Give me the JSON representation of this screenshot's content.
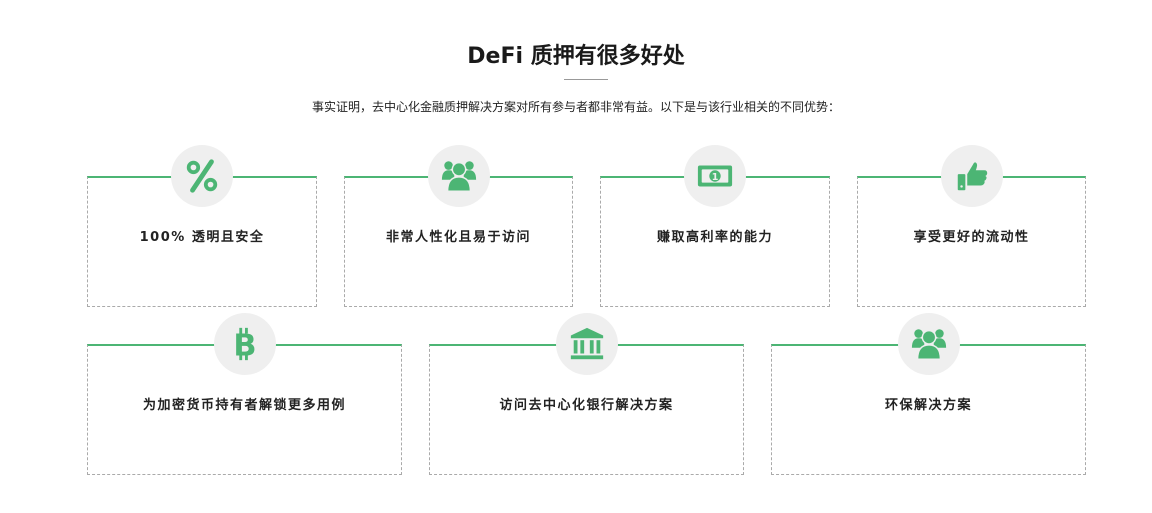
{
  "header": {
    "title": "DeFi 质押有很多好处",
    "subtitle": "事实证明，去中心化金融质押解决方案对所有参与者都非常有益。以下是与该行业相关的不同优势："
  },
  "accent": "#4cb574",
  "cards": [
    {
      "label": "100% 透明且安全",
      "icon": "percent-icon"
    },
    {
      "label": "非常人性化且易于访问",
      "icon": "users-icon"
    },
    {
      "label": "赚取高利率的能力",
      "icon": "money-bill-icon"
    },
    {
      "label": "享受更好的流动性",
      "icon": "thumbs-up-icon"
    },
    {
      "label": "为加密货币持有者解锁更多用例",
      "icon": "bitcoin-icon"
    },
    {
      "label": "访问去中心化银行解决方案",
      "icon": "bank-icon"
    },
    {
      "label": "环保解决方案",
      "icon": "users-icon"
    }
  ]
}
